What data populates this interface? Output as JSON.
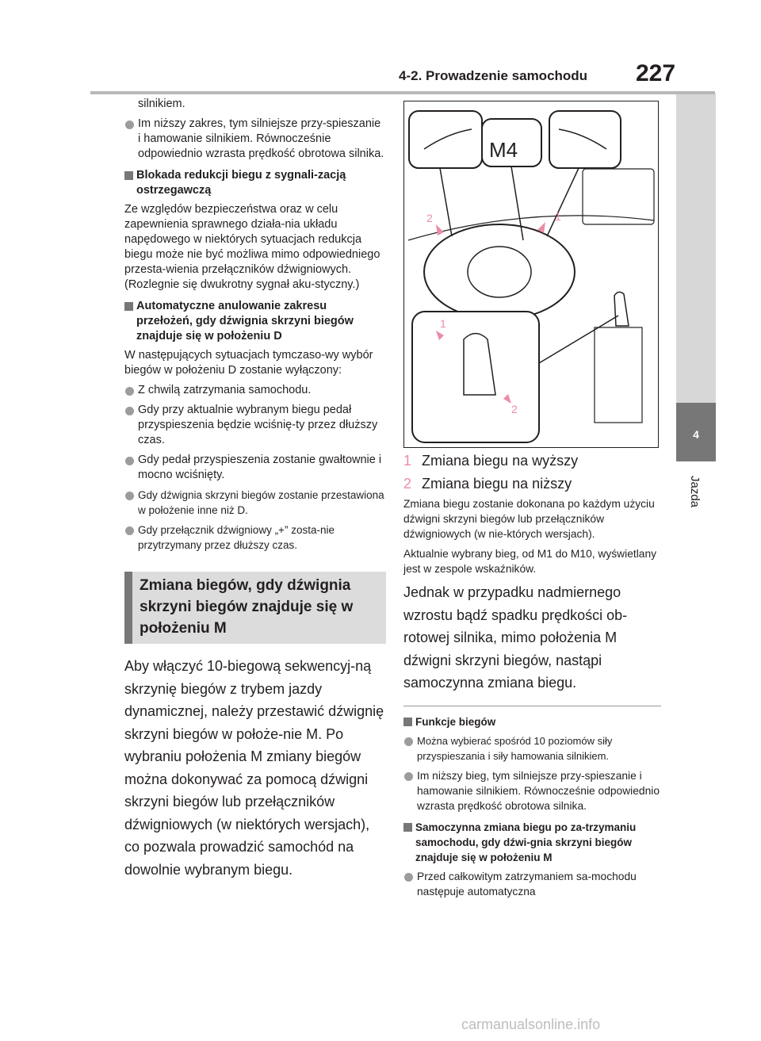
{
  "header": {
    "section": "4-2. Prowadzenie samochodu",
    "page": "227"
  },
  "side": {
    "tab": "4",
    "label": "Jazda"
  },
  "left": {
    "p0": "silnikiem.",
    "b1": "Im niższy zakres, tym silniejsze przy-spieszanie i hamowanie silnikiem. Równocześnie odpowiednio wzrasta prędkość obrotowa silnika.",
    "h1": "Blokada redukcji biegu z sygnali-zacją ostrzegawczą",
    "p1": "Ze względów bezpieczeństwa oraz w celu zapewnienia sprawnego działa-nia układu napędowego w niektórych sytuacjach redukcja biegu może nie być możliwa mimo odpowiedniego przesta-wienia przełączników dźwigniowych. (Rozlegnie się dwukrotny sygnał aku-styczny.)",
    "h2": "Automatyczne anulowanie zakresu przełożeń, gdy dźwignia skrzyni biegów znajduje się w położeniu D",
    "p2": "W następujących sytuacjach tymczaso-wy wybór biegów w położeniu D zostanie wyłączony:",
    "b2": "Z chwilą zatrzymania samochodu.",
    "b3": "Gdy przy aktualnie wybranym biegu pedał przyspieszenia będzie wciśnię-ty przez dłuższy czas.",
    "b4": "Gdy pedał przyspieszenia zostanie gwałtownie i mocno wciśnięty.",
    "b5": "Gdy dźwignia skrzyni biegów zostanie przestawiona w położenie inne niż D.",
    "b6": "Gdy przełącznik dźwigniowy „+” zosta-nie przytrzymany przez dłuższy czas.",
    "box": "Zmiana biegów, gdy dźwignia skrzyni biegów znajduje się w położeniu M",
    "big": "Aby włączyć 10-biegową sekwencyj-ną skrzynię biegów z trybem jazdy dynamicznej, należy przestawić dźwignię skrzyni biegów w położe-nie M. Po wybraniu położenia M zmiany biegów można dokonywać za pomocą dźwigni skrzyni biegów lub przełączników dźwigniowych (w niektórych wersjach), co pozwala prowadzić samochód na dowolnie wybranym biegu."
  },
  "figure": {
    "display": "M4",
    "label1": "1",
    "label2": "2"
  },
  "right": {
    "n1": "1",
    "t1": "Zmiana biegu na wyższy",
    "n2": "2",
    "t2": "Zmiana biegu na niższy",
    "p1": "Zmiana biegu zostanie dokonana po każdym użyciu dźwigni skrzyni biegów lub przełączników dźwigniowych (w nie-których wersjach).",
    "p2": "Aktualnie wybrany bieg, od M1 do M10, wyświetlany jest w zespole wskaźników.",
    "big": "Jednak w przypadku nadmiernego wzrostu bądź spadku prędkości ob-rotowej silnika, mimo położenia M dźwigni skrzyni biegów, nastąpi samoczynna zmiana biegu.",
    "h1": "Funkcje biegów",
    "b1": "Można wybierać spośród 10 poziomów siły przyspieszania i siły hamowania silnikiem.",
    "b2": "Im niższy bieg, tym silniejsze przy-spieszanie i hamowanie silnikiem. Równocześnie odpowiednio wzrasta prędkość obrotowa silnika.",
    "h2": "Samoczynna zmiana biegu po za-trzymaniu samochodu, gdy dźwi-gnia skrzyni biegów znajduje się w położeniu M",
    "b3": "Przed całkowitym zatrzymaniem sa-mochodu następuje automatyczna"
  },
  "watermark": "carmanualsonline.info"
}
